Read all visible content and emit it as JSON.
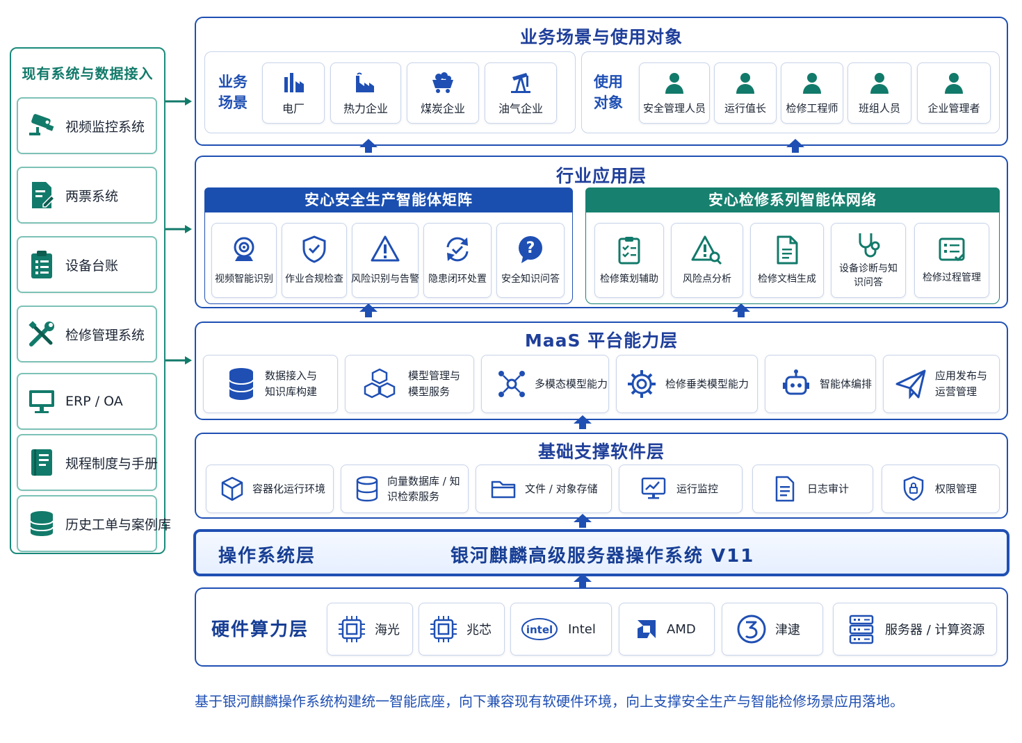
{
  "left": {
    "title": "现有系统与数据接入",
    "items": [
      {
        "label": "视频监控系统",
        "icon": "cctv-camera-icon"
      },
      {
        "label": "两票系统",
        "icon": "ticket-document-icon"
      },
      {
        "label": "设备台账",
        "icon": "clipboard-list-icon"
      },
      {
        "label": "检修管理系统",
        "icon": "wrench-screwdriver-icon"
      },
      {
        "label": "ERP / OA",
        "icon": "monitor-icon"
      },
      {
        "label": "规程制度与手册",
        "icon": "manual-book-icon"
      },
      {
        "label": "历史工单与案例库",
        "icon": "database-icon"
      }
    ]
  },
  "business": {
    "title": "业务场景与使用对象",
    "scenes_label": "业务场景",
    "scenes": [
      "电厂",
      "热力企业",
      "煤炭企业",
      "油气企业"
    ],
    "users_label": "使用对象",
    "users": [
      "安全管理人员",
      "运行值长",
      "检修工程师",
      "班组人员",
      "企业管理者"
    ]
  },
  "industry": {
    "title": "行业应用层",
    "safety": {
      "title": "安心安全生产智能体矩阵",
      "items": [
        "视频智能识别",
        "作业合规检查",
        "风险识别与告警",
        "隐患闭环处置",
        "安全知识问答"
      ]
    },
    "maintenance": {
      "title": "安心检修系列智能体网络",
      "items": [
        "检修策划辅助",
        "风险点分析",
        "检修文档生成",
        "设备诊断与知识问答",
        "检修过程管理"
      ]
    }
  },
  "maas": {
    "title": "MaaS 平台能力层",
    "items": [
      "数据接入与知识库构建",
      "模型管理与模型服务",
      "多模态模型能力",
      "检修垂类模型能力",
      "智能体编排",
      "应用发布与运营管理"
    ]
  },
  "base": {
    "title": "基础支撑软件层",
    "items": [
      "容器化运行环境",
      "向量数据库 / 知识检索服务",
      "文件 / 对象存储",
      "运行监控",
      "日志审计",
      "权限管理"
    ]
  },
  "os": {
    "label": "操作系统层",
    "name": "银河麒麟高级服务器操作系统 V11"
  },
  "hardware": {
    "label": "硬件算力层",
    "items": [
      "海光",
      "兆芯",
      "Intel",
      "AMD",
      "津逮",
      "服务器 / 计算资源"
    ],
    "intel_logo_text": "intel"
  },
  "footer": "基于银河麒麟操作系统构建统一智能底座，向下兼容现有软硬件环境，向上支撑安全生产与智能检修场景应用落地。",
  "colors": {
    "blue": "#1f4fb3",
    "dark_blue": "#173e94",
    "teal": "#127a6a",
    "band_blue": "#1a4fb0",
    "band_teal": "#17806f"
  }
}
